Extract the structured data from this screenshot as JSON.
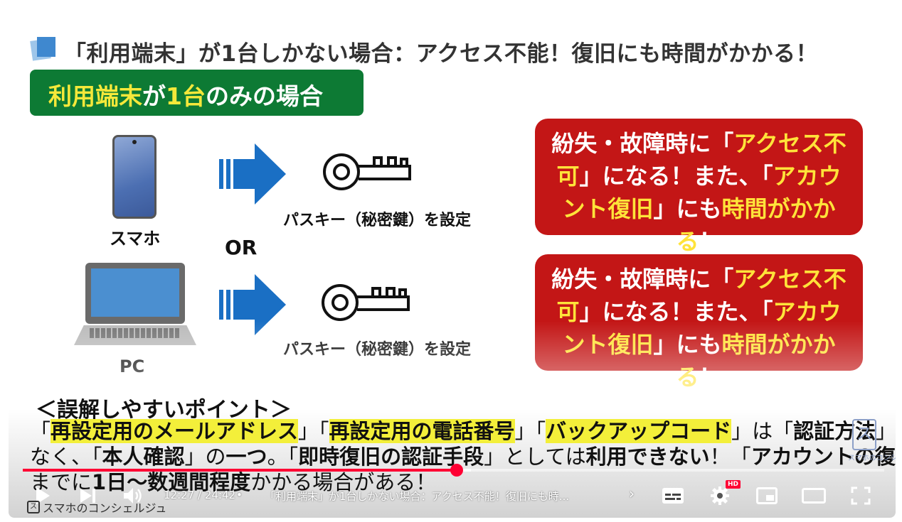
{
  "slide": {
    "title": "「利用端末」が1台しかない場合：アクセス不能！復旧にも時間がかかる！",
    "badge": {
      "part1": "利用端末",
      "part2": "が",
      "part3": "1台",
      "part4": "のみの場合"
    },
    "smartphone_label": "スマホ",
    "or_label": "OR",
    "pc_label": "PC",
    "passkey_label": "パスキー（秘密鍵）を設定",
    "warning": {
      "white1": "紛失・故障時に「",
      "yellow1": "アクセス不可",
      "white2": "」になる！また、「",
      "yellow2": "アカウント復旧",
      "white3": "」にも",
      "yellow3": "時間がかかる",
      "white4": "！"
    }
  },
  "caption": {
    "heading": "＜誤解しやすいポイント＞",
    "l1_a": "「",
    "l1_b": "再設定用のメールアドレス",
    "l1_c": "」「",
    "l1_d": "再設定用の電話番号",
    "l1_e": "」「",
    "l1_f": "バックアップコード",
    "l1_g": "」は「",
    "l1_h": "認証方法",
    "l1_i": "」では",
    "l2_a": "なく、「",
    "l2_b": "本人確認",
    "l2_c": "」の",
    "l2_d": "一つ",
    "l2_e": "。「",
    "l2_f": "即時復旧の認証手段",
    "l2_g": "」としては",
    "l2_h": "利用できない",
    "l2_i": "！「",
    "l2_j": "アカウントの復旧",
    "l2_k": "」",
    "l3_a": "までに",
    "l3_b": "1日〜数週間程度",
    "l3_c": "かかる場合がある！"
  },
  "watermark": {
    "logo_char": "ス",
    "text": "スマホのコンシェル"
  },
  "player": {
    "current_time": "12:27",
    "duration": "24:42",
    "time_display": "12:27 / 24:42",
    "separator": "•",
    "chapter_title": "「利用端末」が1台しかない場合：アクセス不能！復旧にも時...",
    "chapter_chevron": "›",
    "hd_badge": "HD",
    "progress_fraction": 0.504,
    "buffered_fraction": 0.52,
    "channel_brand": "スマホのコンシェルジュ",
    "accent_color": "#ff0033"
  },
  "icons": [
    "play-icon",
    "next-icon",
    "volume-icon",
    "subtitles-icon",
    "settings-gear-icon",
    "miniplayer-icon",
    "theater-icon",
    "fullscreen-icon"
  ]
}
